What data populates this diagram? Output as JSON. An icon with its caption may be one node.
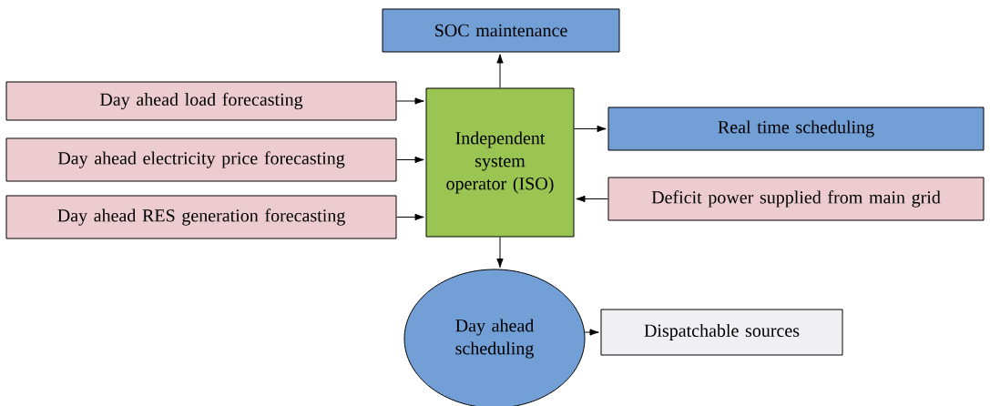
{
  "diagram": {
    "nodes": [
      {
        "text": [
          "SOC maintenance"
        ]
      },
      {
        "text": [
          "Day ahead load forecasting"
        ]
      },
      {
        "text": [
          "Day ahead electricity price forecasting"
        ]
      },
      {
        "text": [
          "Day ahead RES generation forecasting"
        ]
      },
      {
        "text": [
          "Independent system operator (ISO)"
        ]
      },
      {
        "text": [
          "Real time scheduling"
        ]
      },
      {
        "text": [
          "Deficit power supplied from main grid"
        ]
      },
      {
        "text": [
          "Day ahead scheduling"
        ]
      },
      {
        "text": [
          "Dispatchable sources"
        ]
      }
    ],
    "edges": [
      {
        "from": 4,
        "to": 0,
        "arrow": "to"
      },
      {
        "from": 1,
        "to": 4,
        "arrow": "to"
      },
      {
        "from": 2,
        "to": 4,
        "arrow": "to"
      },
      {
        "from": 3,
        "to": 4,
        "arrow": "to"
      },
      {
        "from": 4,
        "to": 5,
        "arrow": "to"
      },
      {
        "from": 6,
        "to": 4,
        "arrow": "to"
      },
      {
        "from": 4,
        "to": 7,
        "arrow": "to"
      },
      {
        "from": 7,
        "to": 8,
        "arrow": "to"
      }
    ]
  }
}
